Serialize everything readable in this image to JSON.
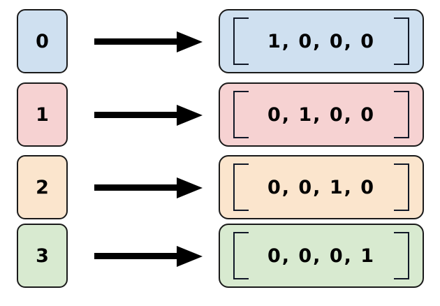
{
  "diagram": {
    "title": "one-hot-encoding-mapping",
    "arrow_icon": "arrow-right-icon",
    "bracket_open": "[",
    "bracket_close": "]",
    "rows": [
      {
        "label": "0",
        "vector": "1,  0,  0,  0",
        "fill": "#cfe0f0",
        "stroke": "#1a1a1a"
      },
      {
        "label": "1",
        "vector": "0,  1,  0,  0",
        "fill": "#f6d2d2",
        "stroke": "#1a1a1a"
      },
      {
        "label": "2",
        "vector": "0,  0,  1,  0",
        "fill": "#fbe5cd",
        "stroke": "#1a1a1a"
      },
      {
        "label": "3",
        "vector": "0,  0,  0,  1",
        "fill": "#d8ead0",
        "stroke": "#1a1a1a"
      }
    ]
  }
}
